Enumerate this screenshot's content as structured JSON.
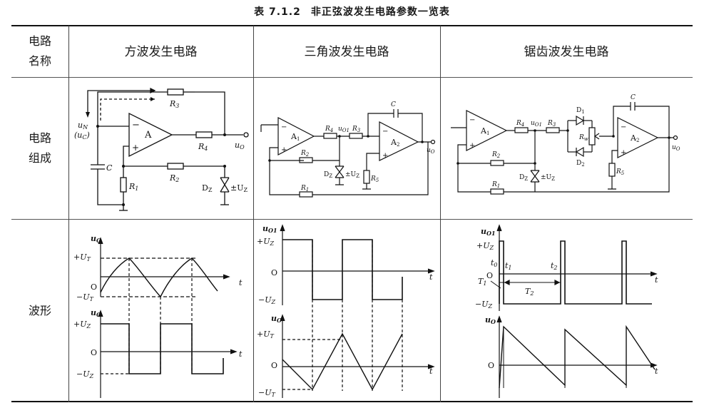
{
  "caption": {
    "number": "表 7.1.2",
    "title": "非正弦波发生电路参数一览表"
  },
  "row_labels": {
    "name": [
      "电路",
      "名称"
    ],
    "composition": [
      "电路",
      "组成"
    ],
    "waveform": "波形"
  },
  "columns": [
    "方波发生电路",
    "三角波发生电路",
    "锯齿波发生电路"
  ],
  "square_circuit": {
    "un_label": "u",
    "un_sub": "N",
    "uc_label": "(u",
    "uc_sub": "C",
    "uc_close": ")",
    "op_label": "A",
    "minus": "−",
    "plus": "+",
    "r3": "R",
    "r3_sub": "3",
    "r4": "R",
    "r4_sub": "4",
    "r2": "R",
    "r2_sub": "2",
    "r1": "R",
    "r1_sub": "1",
    "cap": "C",
    "uo": "u",
    "uo_sub": "O",
    "dz": "D",
    "dz_sub": "Z",
    "pm_uz": "±U",
    "pm_uz_sub": "Z"
  },
  "triangle_circuit": {
    "a1": "A",
    "a1_sub": "1",
    "a2": "A",
    "a2_sub": "2",
    "r4": "R",
    "r4_sub": "4",
    "uo1": "u",
    "uo1_sub": "O1",
    "r3": "R",
    "r3_sub": "3",
    "cap": "C",
    "r2": "R",
    "r2_sub": "2",
    "r5": "R",
    "r5_sub": "5",
    "r1": "R",
    "r1_sub": "1",
    "dz": "D",
    "dz_sub": "Z",
    "pm_uz": "±U",
    "pm_uz_sub": "Z",
    "uo": "u",
    "uo_sub": "O"
  },
  "sawtooth_circuit": {
    "a1": "A",
    "a1_sub": "1",
    "a2": "A",
    "a2_sub": "2",
    "r4": "R",
    "r4_sub": "4",
    "uo1": "u",
    "uo1_sub": "O1",
    "r3": "R",
    "r3_sub": "3",
    "d1": "D",
    "d1_sub": "1",
    "d2": "D",
    "d2_sub": "2",
    "rw": "R",
    "rw_sub": "w",
    "cap": "C",
    "r2": "R",
    "r2_sub": "2",
    "r5": "R",
    "r5_sub": "5",
    "r1": "R",
    "r1_sub": "1",
    "dz": "D",
    "dz_sub": "Z",
    "pm_uz": "±U",
    "pm_uz_sub": "Z",
    "uo": "u",
    "uo_sub": "O"
  },
  "square_wave": {
    "uc": "u",
    "uc_sub": "C",
    "plus_ut": "+U",
    "plus_ut_sub": "T",
    "minus_ut": "−U",
    "minus_ut_sub": "T",
    "zero": "O",
    "t": "t",
    "uo": "u",
    "uo_sub": "O",
    "plus_uz": "+U",
    "plus_uz_sub": "Z",
    "minus_uz": "−U",
    "minus_uz_sub": "Z"
  },
  "triangle_wave": {
    "uo1": "u",
    "uo1_sub": "O1",
    "plus_uz": "+U",
    "plus_uz_sub": "Z",
    "minus_uz": "−U",
    "minus_uz_sub": "Z",
    "zero": "O",
    "t": "t",
    "uo": "u",
    "uo_sub": "O",
    "plus_ut": "+U",
    "plus_ut_sub": "T",
    "minus_ut": "−U",
    "minus_ut_sub": "T"
  },
  "sawtooth_wave": {
    "uo1": "u",
    "uo1_sub": "O1",
    "plus_uz": "+U",
    "plus_uz_sub": "Z",
    "minus_uz": "−U",
    "minus_uz_sub": "Z",
    "zero": "O",
    "t": "t",
    "t0": "t",
    "t0_sub": "0",
    "t1": "t",
    "t1_sub": "1",
    "t2": "t",
    "t2_sub": "2",
    "T1": "T",
    "T1_sub": "1",
    "T2": "T",
    "T2_sub": "2",
    "uo": "u",
    "uo_sub": "O"
  }
}
